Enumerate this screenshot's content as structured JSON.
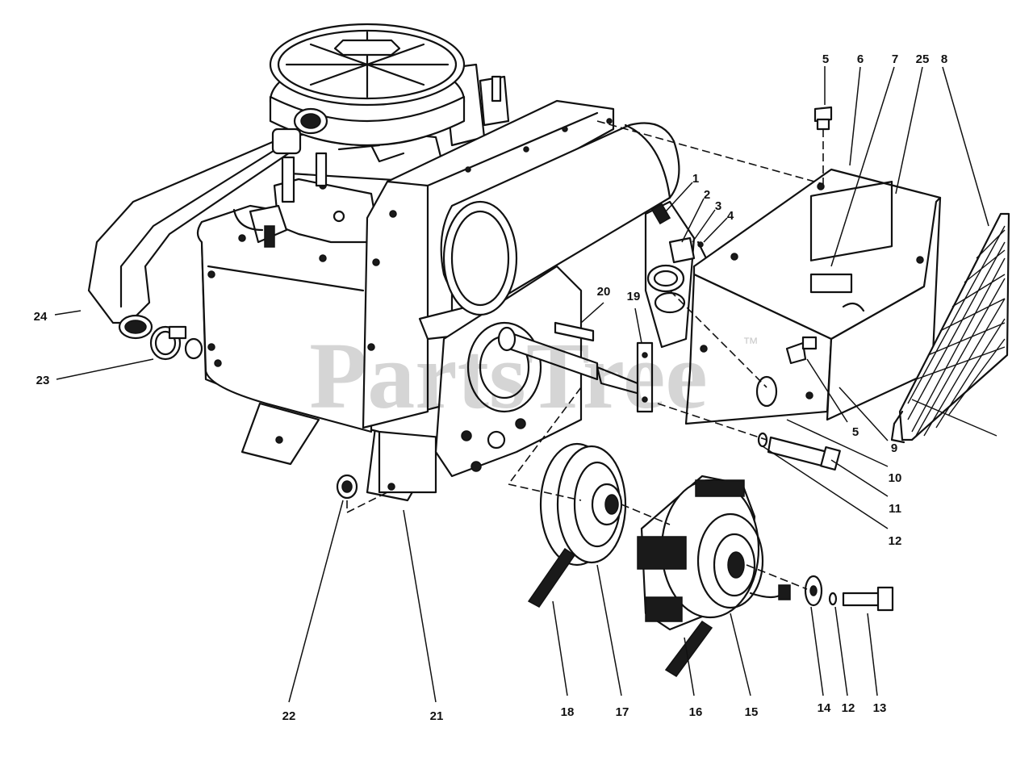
{
  "watermark": {
    "brand": "PartsTree",
    "trademark": "™"
  },
  "callouts": [
    {
      "id": "c1",
      "label": "1"
    },
    {
      "id": "c2",
      "label": "2"
    },
    {
      "id": "c3",
      "label": "3"
    },
    {
      "id": "c4",
      "label": "4"
    },
    {
      "id": "c5a",
      "label": "5"
    },
    {
      "id": "c5b",
      "label": "5"
    },
    {
      "id": "c5c",
      "label": "5"
    },
    {
      "id": "c6",
      "label": "6"
    },
    {
      "id": "c7",
      "label": "7"
    },
    {
      "id": "c8",
      "label": "8"
    },
    {
      "id": "c9",
      "label": "9"
    },
    {
      "id": "c10",
      "label": "10"
    },
    {
      "id": "c11",
      "label": "11"
    },
    {
      "id": "c12a",
      "label": "12"
    },
    {
      "id": "c12b",
      "label": "12"
    },
    {
      "id": "c13",
      "label": "13"
    },
    {
      "id": "c14",
      "label": "14"
    },
    {
      "id": "c15",
      "label": "15"
    },
    {
      "id": "c16",
      "label": "16"
    },
    {
      "id": "c17",
      "label": "17"
    },
    {
      "id": "c18",
      "label": "18"
    },
    {
      "id": "c19",
      "label": "19"
    },
    {
      "id": "c20",
      "label": "20"
    },
    {
      "id": "c21",
      "label": "21"
    },
    {
      "id": "c22",
      "label": "22"
    },
    {
      "id": "c23",
      "label": "23"
    },
    {
      "id": "c24",
      "label": "24"
    },
    {
      "id": "c25",
      "label": "25"
    }
  ]
}
